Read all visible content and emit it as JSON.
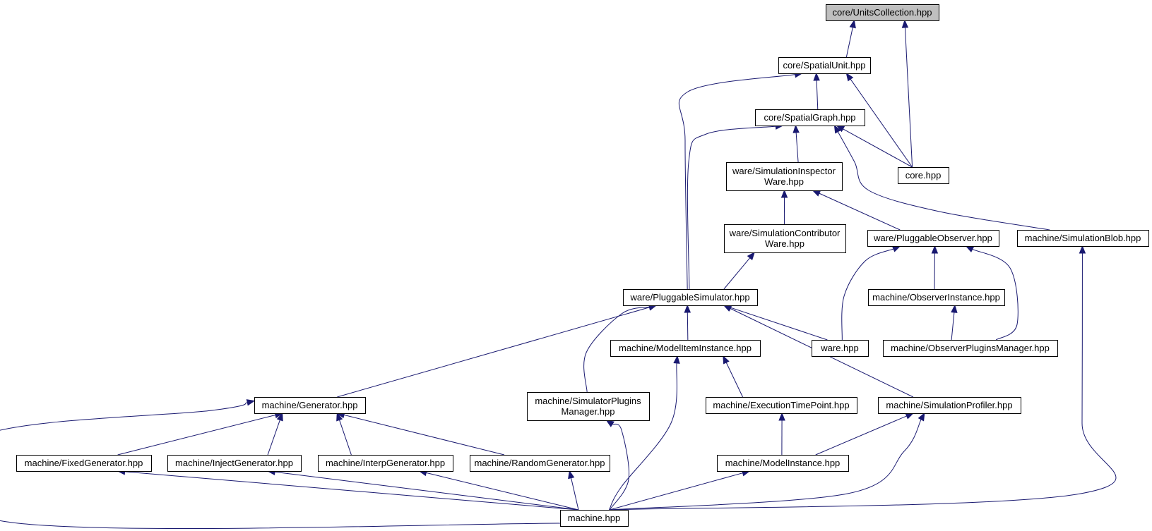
{
  "colors": {
    "edge": "#191970",
    "node_border": "#000000",
    "node_fill": "#ffffff",
    "root_fill": "#bfbfbf",
    "background": "#ffffff"
  },
  "nodes": [
    {
      "id": "units_collection",
      "lines": [
        "core/UnitsCollection.hpp"
      ],
      "root": true
    },
    {
      "id": "spatial_unit",
      "lines": [
        "core/SpatialUnit.hpp"
      ]
    },
    {
      "id": "spatial_graph",
      "lines": [
        "core/SpatialGraph.hpp"
      ]
    },
    {
      "id": "core_hpp",
      "lines": [
        "core.hpp"
      ]
    },
    {
      "id": "sim_inspector_ware",
      "lines": [
        "ware/SimulationInspector",
        "Ware.hpp"
      ]
    },
    {
      "id": "sim_contributor_ware",
      "lines": [
        "ware/SimulationContributor",
        "Ware.hpp"
      ]
    },
    {
      "id": "pluggable_observer",
      "lines": [
        "ware/PluggableObserver.hpp"
      ]
    },
    {
      "id": "simulation_blob",
      "lines": [
        "machine/SimulationBlob.hpp"
      ]
    },
    {
      "id": "pluggable_simulator",
      "lines": [
        "ware/PluggableSimulator.hpp"
      ]
    },
    {
      "id": "observer_instance",
      "lines": [
        "machine/ObserverInstance.hpp"
      ]
    },
    {
      "id": "model_item_instance",
      "lines": [
        "machine/ModelItemInstance.hpp"
      ]
    },
    {
      "id": "ware_hpp",
      "lines": [
        "ware.hpp"
      ]
    },
    {
      "id": "observer_plugins_manager",
      "lines": [
        "machine/ObserverPluginsManager.hpp"
      ]
    },
    {
      "id": "generator",
      "lines": [
        "machine/Generator.hpp"
      ]
    },
    {
      "id": "simulator_plugins_manager",
      "lines": [
        "machine/SimulatorPlugins",
        "Manager.hpp"
      ]
    },
    {
      "id": "execution_time_point",
      "lines": [
        "machine/ExecutionTimePoint.hpp"
      ]
    },
    {
      "id": "simulation_profiler",
      "lines": [
        "machine/SimulationProfiler.hpp"
      ]
    },
    {
      "id": "fixed_generator",
      "lines": [
        "machine/FixedGenerator.hpp"
      ]
    },
    {
      "id": "inject_generator",
      "lines": [
        "machine/InjectGenerator.hpp"
      ]
    },
    {
      "id": "interp_generator",
      "lines": [
        "machine/InterpGenerator.hpp"
      ]
    },
    {
      "id": "random_generator",
      "lines": [
        "machine/RandomGenerator.hpp"
      ]
    },
    {
      "id": "model_instance",
      "lines": [
        "machine/ModelInstance.hpp"
      ]
    },
    {
      "id": "machine_hpp",
      "lines": [
        "machine.hpp"
      ]
    }
  ],
  "edges": [
    {
      "from": "spatial_unit",
      "to": "units_collection"
    },
    {
      "from": "core_hpp",
      "to": "units_collection"
    },
    {
      "from": "spatial_graph",
      "to": "spatial_unit"
    },
    {
      "from": "pluggable_simulator",
      "to": "spatial_unit"
    },
    {
      "from": "core_hpp",
      "to": "spatial_unit"
    },
    {
      "from": "core_hpp",
      "to": "spatial_graph"
    },
    {
      "from": "sim_inspector_ware",
      "to": "spatial_graph"
    },
    {
      "from": "pluggable_simulator",
      "to": "spatial_graph"
    },
    {
      "from": "simulation_blob",
      "to": "spatial_graph"
    },
    {
      "from": "sim_contributor_ware",
      "to": "sim_inspector_ware"
    },
    {
      "from": "pluggable_observer",
      "to": "sim_inspector_ware"
    },
    {
      "from": "pluggable_simulator",
      "to": "sim_contributor_ware"
    },
    {
      "from": "observer_instance",
      "to": "pluggable_observer"
    },
    {
      "from": "ware_hpp",
      "to": "pluggable_observer"
    },
    {
      "from": "observer_plugins_manager",
      "to": "pluggable_observer"
    },
    {
      "from": "observer_plugins_manager",
      "to": "observer_instance"
    },
    {
      "from": "machine_hpp",
      "to": "simulation_blob"
    },
    {
      "from": "ware_hpp",
      "to": "pluggable_simulator"
    },
    {
      "from": "model_item_instance",
      "to": "pluggable_simulator"
    },
    {
      "from": "generator",
      "to": "pluggable_simulator"
    },
    {
      "from": "simulator_plugins_manager",
      "to": "pluggable_simulator"
    },
    {
      "from": "simulation_profiler",
      "to": "pluggable_simulator"
    },
    {
      "from": "execution_time_point",
      "to": "model_item_instance"
    },
    {
      "from": "machine_hpp",
      "to": "model_item_instance"
    },
    {
      "from": "fixed_generator",
      "to": "generator"
    },
    {
      "from": "inject_generator",
      "to": "generator"
    },
    {
      "from": "interp_generator",
      "to": "generator"
    },
    {
      "from": "random_generator",
      "to": "generator"
    },
    {
      "from": "machine_hpp",
      "to": "generator"
    },
    {
      "from": "machine_hpp",
      "to": "simulator_plugins_manager"
    },
    {
      "from": "model_instance",
      "to": "execution_time_point"
    },
    {
      "from": "model_instance",
      "to": "simulation_profiler"
    },
    {
      "from": "machine_hpp",
      "to": "simulation_profiler"
    },
    {
      "from": "machine_hpp",
      "to": "fixed_generator"
    },
    {
      "from": "machine_hpp",
      "to": "inject_generator"
    },
    {
      "from": "machine_hpp",
      "to": "interp_generator"
    },
    {
      "from": "machine_hpp",
      "to": "random_generator"
    },
    {
      "from": "machine_hpp",
      "to": "model_instance"
    }
  ]
}
